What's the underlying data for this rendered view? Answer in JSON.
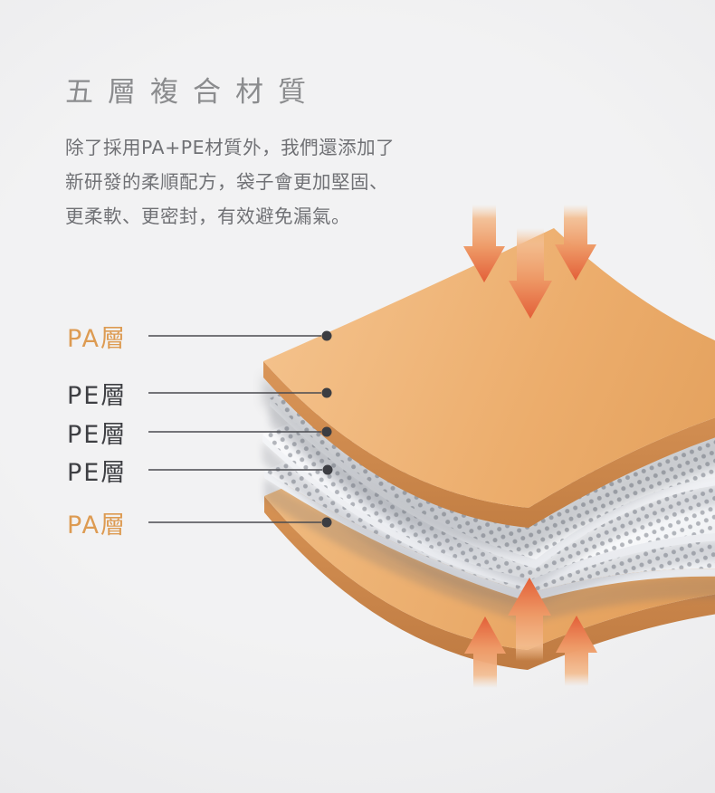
{
  "page": {
    "title": "五層複合材質",
    "description_lines": [
      "除了採用PA+PE材質外，我們還添加了",
      "新研發的柔順配方，袋子會更加堅固、",
      "更柔軟、更密封，有效避免漏氣。"
    ]
  },
  "diagram": {
    "labels": [
      {
        "text": "PA層",
        "type": "PA"
      },
      {
        "text": "PE層",
        "type": "PE"
      },
      {
        "text": "PE層",
        "type": "PE"
      },
      {
        "text": "PE層",
        "type": "PE"
      },
      {
        "text": "PA層",
        "type": "PA"
      }
    ],
    "layer_stack_order": [
      "PA",
      "PE",
      "PE",
      "PE",
      "PA"
    ],
    "icons": {
      "top": "pressure-down-arrow",
      "bottom": "pressure-up-arrow"
    }
  },
  "colors": {
    "background": "#F0F0F1",
    "title_text": "#8B8C8E",
    "body_text": "#707175",
    "pa_label": "#DD9B52",
    "pe_label": "#3E3F43",
    "pa_layer_face": "#ECAD6C",
    "pa_layer_edge": "#C98349",
    "pe_layer_face": "#F5F6F9",
    "pe_layer_dots": "#A6A9B1",
    "arrow_tip": "#E35F38",
    "arrow_tail": "#F3BC8F",
    "callout_line": "#4A4B50"
  }
}
